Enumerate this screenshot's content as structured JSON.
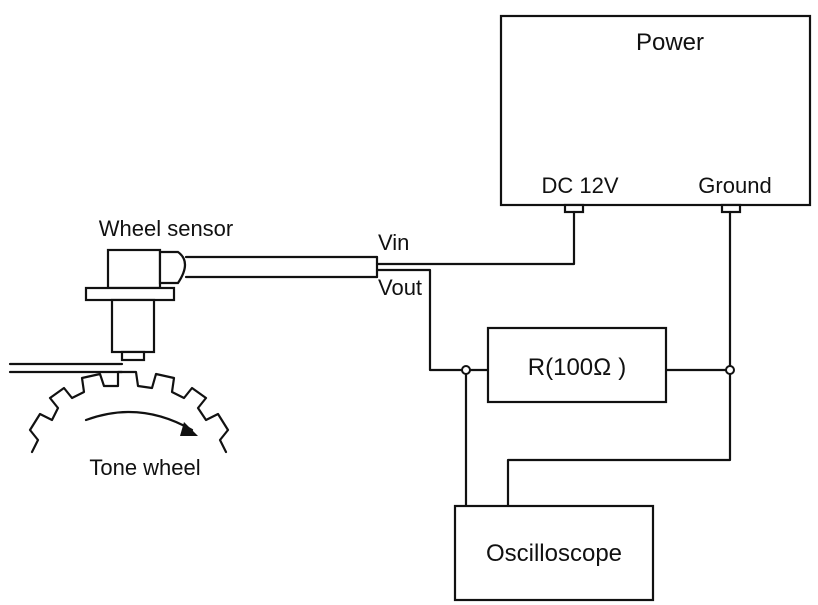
{
  "labels": {
    "power": "Power",
    "dc12v": "DC 12V",
    "ground": "Ground",
    "wheel_sensor": "Wheel sensor",
    "vin": "Vin",
    "vout": "Vout",
    "resistor": "R(100Ω )",
    "tone_wheel": "Tone wheel",
    "oscilloscope": "Oscilloscope"
  }
}
